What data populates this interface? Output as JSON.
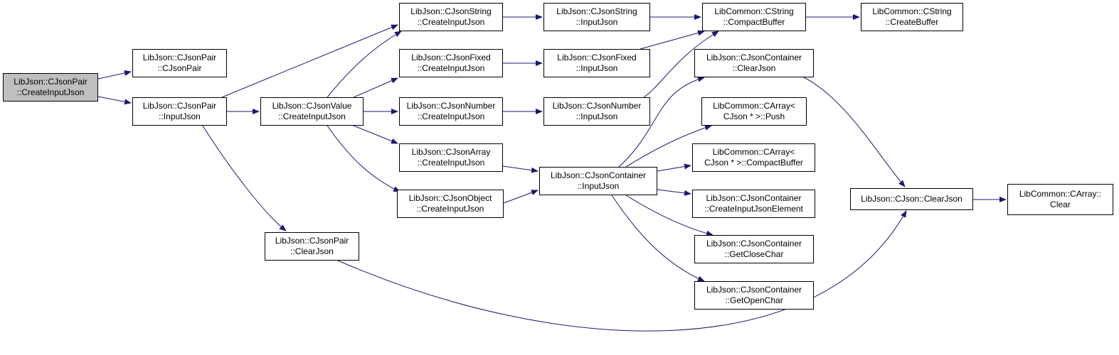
{
  "colors": {
    "edge": "#191970",
    "node_border": "#000000",
    "node_fill": "#ffffff",
    "root_fill": "#bfbfbf"
  },
  "nodes": [
    {
      "id": "n0",
      "name": "node-cjsonpair-createinputjson",
      "root": true,
      "lines": [
        "LibJson::CJsonPair",
        "::CreateInputJson"
      ]
    },
    {
      "id": "n1",
      "name": "node-cjsonpair-cjsonpair",
      "lines": [
        "LibJson::CJsonPair",
        "::CJsonPair"
      ]
    },
    {
      "id": "n2",
      "name": "node-cjsonpair-inputjson",
      "lines": [
        "LibJson::CJsonPair",
        "::InputJson"
      ]
    },
    {
      "id": "n3",
      "name": "node-cjsonstring-createinputjson",
      "lines": [
        "LibJson::CJsonString",
        "::CreateInputJson"
      ]
    },
    {
      "id": "n4",
      "name": "node-cjsonvalue-createinputjson",
      "lines": [
        "LibJson::CJsonValue",
        "::CreateInputJson"
      ]
    },
    {
      "id": "n5",
      "name": "node-cjsonpair-clearjson",
      "lines": [
        "LibJson::CJsonPair",
        "::ClearJson"
      ]
    },
    {
      "id": "n6",
      "name": "node-cjson-clearjson",
      "lines": [
        "LibJson::CJson::ClearJson"
      ]
    },
    {
      "id": "n7",
      "name": "node-cjsonstring-inputjson",
      "lines": [
        "LibJson::CJsonString",
        "::InputJson"
      ]
    },
    {
      "id": "n8",
      "name": "node-cstring-compactbuffer",
      "lines": [
        "LibCommon::CString",
        "::CompactBuffer"
      ]
    },
    {
      "id": "n9",
      "name": "node-cstring-createbuffer",
      "lines": [
        "LibCommon::CString",
        "::CreateBuffer"
      ]
    },
    {
      "id": "n10",
      "name": "node-carray-clear",
      "lines": [
        "LibCommon::CArray::",
        "Clear"
      ]
    },
    {
      "id": "n11",
      "name": "node-cjsonfixed-createinputjson",
      "lines": [
        "LibJson::CJsonFixed",
        "::CreateInputJson"
      ]
    },
    {
      "id": "n12",
      "name": "node-cjsonnumber-createinputjson",
      "lines": [
        "LibJson::CJsonNumber",
        "::CreateInputJson"
      ]
    },
    {
      "id": "n13",
      "name": "node-cjsonarray-createinputjson",
      "lines": [
        "LibJson::CJsonArray",
        "::CreateInputJson"
      ]
    },
    {
      "id": "n14",
      "name": "node-cjsonobject-createinputjson",
      "lines": [
        "LibJson::CJsonObject",
        "::CreateInputJson"
      ]
    },
    {
      "id": "n15",
      "name": "node-cjsonfixed-inputjson",
      "lines": [
        "LibJson::CJsonFixed",
        "::InputJson"
      ]
    },
    {
      "id": "n16",
      "name": "node-cjsonnumber-inputjson",
      "lines": [
        "LibJson::CJsonNumber",
        "::InputJson"
      ]
    },
    {
      "id": "n17",
      "name": "node-cjsoncontainer-inputjson",
      "lines": [
        "LibJson::CJsonContainer",
        "::InputJson"
      ]
    },
    {
      "id": "n18",
      "name": "node-cjsoncontainer-clearjson",
      "lines": [
        "LibJson::CJsonContainer",
        "::ClearJson"
      ]
    },
    {
      "id": "n19",
      "name": "node-carray-push",
      "lines": [
        "LibCommon::CArray<",
        "CJson * >::Push"
      ]
    },
    {
      "id": "n20",
      "name": "node-carray-compactbuffer",
      "lines": [
        "LibCommon::CArray<",
        "CJson * >::CompactBuffer"
      ]
    },
    {
      "id": "n21",
      "name": "node-cjsoncontainer-createinputjsonelement",
      "lines": [
        "LibJson::CJsonContainer",
        "::CreateInputJsonElement"
      ]
    },
    {
      "id": "n22",
      "name": "node-cjsoncontainer-getclosechar",
      "lines": [
        "LibJson::CJsonContainer",
        "::GetCloseChar"
      ]
    },
    {
      "id": "n23",
      "name": "node-cjsoncontainer-getopenchar",
      "lines": [
        "LibJson::CJsonContainer",
        "::GetOpenChar"
      ]
    }
  ],
  "edges": [
    [
      "n0",
      "n1"
    ],
    [
      "n0",
      "n2"
    ],
    [
      "n2",
      "n3"
    ],
    [
      "n2",
      "n4"
    ],
    [
      "n2",
      "n5"
    ],
    [
      "n5",
      "n6"
    ],
    [
      "n6",
      "n10"
    ],
    [
      "n3",
      "n7"
    ],
    [
      "n7",
      "n8"
    ],
    [
      "n8",
      "n9"
    ],
    [
      "n4",
      "n3"
    ],
    [
      "n4",
      "n11"
    ],
    [
      "n4",
      "n12"
    ],
    [
      "n4",
      "n13"
    ],
    [
      "n4",
      "n14"
    ],
    [
      "n11",
      "n15"
    ],
    [
      "n15",
      "n8"
    ],
    [
      "n12",
      "n16"
    ],
    [
      "n16",
      "n8"
    ],
    [
      "n13",
      "n17"
    ],
    [
      "n14",
      "n17"
    ],
    [
      "n17",
      "n18"
    ],
    [
      "n17",
      "n19"
    ],
    [
      "n17",
      "n20"
    ],
    [
      "n17",
      "n21"
    ],
    [
      "n17",
      "n22"
    ],
    [
      "n17",
      "n23"
    ],
    [
      "n18",
      "n6"
    ]
  ]
}
